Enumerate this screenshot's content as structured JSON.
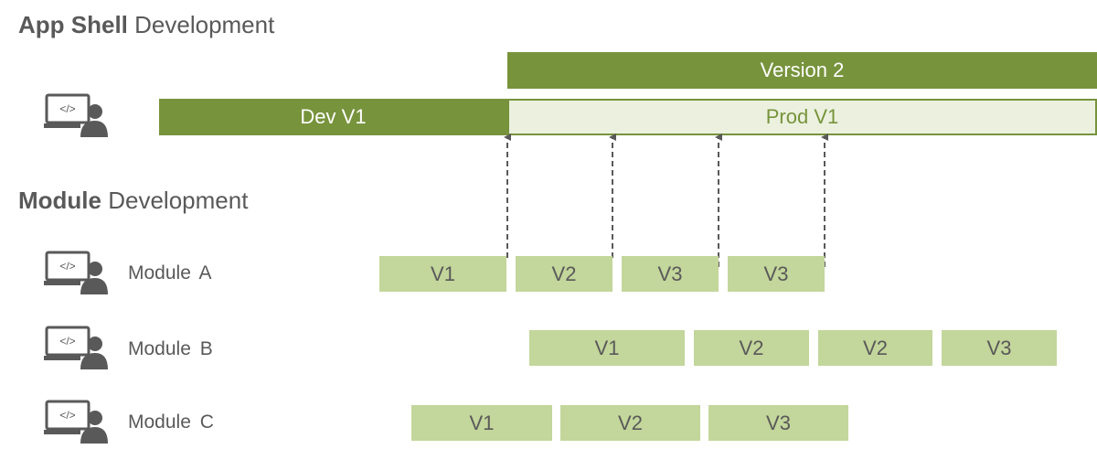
{
  "app_shell": {
    "heading_bold": "App Shell",
    "heading_rest": " Development",
    "version2_label": "Version 2",
    "dev_label": "Dev V1",
    "prod_label": "Prod V1"
  },
  "module_section": {
    "heading_bold": "Module",
    "heading_rest": " Development"
  },
  "modules": [
    {
      "name": "Module A",
      "versions": [
        "V1",
        "V2",
        "V3",
        "V3"
      ]
    },
    {
      "name": "Module B",
      "versions": [
        "V1",
        "V2",
        "V2",
        "V3"
      ]
    },
    {
      "name": "Module C",
      "versions": [
        "V1",
        "V2",
        "V3"
      ]
    }
  ],
  "colors": {
    "dark_green": "#77933c",
    "pale_green": "#ebf1de",
    "box_green": "#c3d69b",
    "text_gray": "#595959",
    "arrow_gray": "#595959"
  },
  "icons": {
    "developer": "developer-laptop-icon"
  }
}
